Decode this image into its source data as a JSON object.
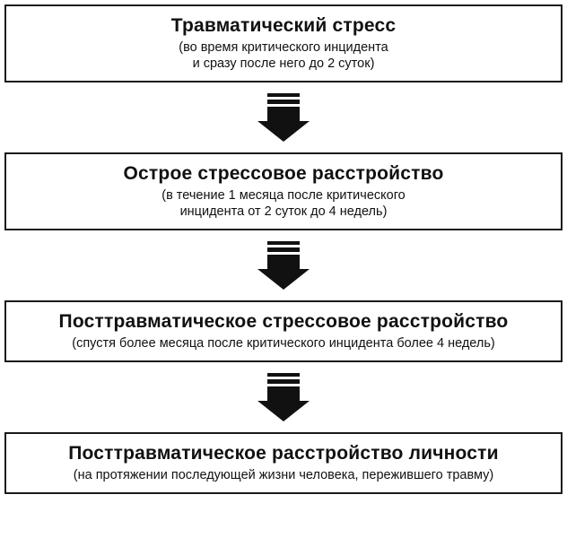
{
  "diagram": {
    "colors": {
      "border": "#1a1a1a",
      "arrow": "#111111",
      "background": "#ffffff"
    },
    "boxes": [
      {
        "title": "Травматический стресс",
        "lines": [
          "(во время критического инцидента",
          "и сразу после него до 2 суток)"
        ]
      },
      {
        "title": "Острое стрессовое расстройство",
        "lines": [
          "(в течение 1 месяца после критического",
          "инцидента  от 2 суток до 4 недель)"
        ]
      },
      {
        "title": "Посттравматическое стрессовое расстройство",
        "lines": [
          "(спустя более месяца после критического инцидента  более 4 недель)"
        ]
      },
      {
        "title": "Посттравматическое расстройство личности",
        "lines": [
          "(на протяжении последующей жизни человека, пережившего травму)"
        ]
      }
    ]
  }
}
